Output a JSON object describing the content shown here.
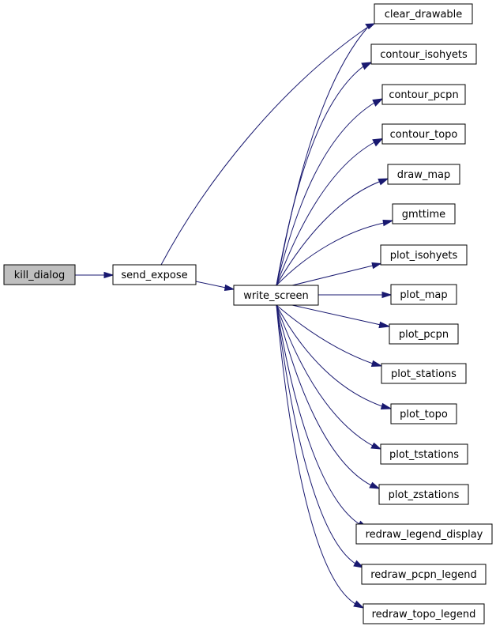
{
  "graph": {
    "nodes": {
      "kill_dialog": "kill_dialog",
      "send_expose": "send_expose",
      "write_screen": "write_screen",
      "clear_drawable": "clear_drawable",
      "contour_isohyets": "contour_isohyets",
      "contour_pcpn": "contour_pcpn",
      "contour_topo": "contour_topo",
      "draw_map": "draw_map",
      "gmttime": "gmttime",
      "plot_isohyets": "plot_isohyets",
      "plot_map": "plot_map",
      "plot_pcpn": "plot_pcpn",
      "plot_stations": "plot_stations",
      "plot_topo": "plot_topo",
      "plot_tstations": "plot_tstations",
      "plot_zstations": "plot_zstations",
      "redraw_legend_display": "redraw_legend_display",
      "redraw_pcpn_legend": "redraw_pcpn_legend",
      "redraw_topo_legend": "redraw_topo_legend"
    },
    "edges": [
      [
        "kill_dialog",
        "send_expose"
      ],
      [
        "send_expose",
        "clear_drawable"
      ],
      [
        "send_expose",
        "write_screen"
      ],
      [
        "write_screen",
        "clear_drawable"
      ],
      [
        "write_screen",
        "contour_isohyets"
      ],
      [
        "write_screen",
        "contour_pcpn"
      ],
      [
        "write_screen",
        "contour_topo"
      ],
      [
        "write_screen",
        "draw_map"
      ],
      [
        "write_screen",
        "gmttime"
      ],
      [
        "write_screen",
        "plot_isohyets"
      ],
      [
        "write_screen",
        "plot_map"
      ],
      [
        "write_screen",
        "plot_pcpn"
      ],
      [
        "write_screen",
        "plot_stations"
      ],
      [
        "write_screen",
        "plot_topo"
      ],
      [
        "write_screen",
        "plot_tstations"
      ],
      [
        "write_screen",
        "plot_zstations"
      ],
      [
        "write_screen",
        "redraw_legend_display"
      ],
      [
        "write_screen",
        "redraw_pcpn_legend"
      ],
      [
        "write_screen",
        "redraw_topo_legend"
      ]
    ]
  }
}
